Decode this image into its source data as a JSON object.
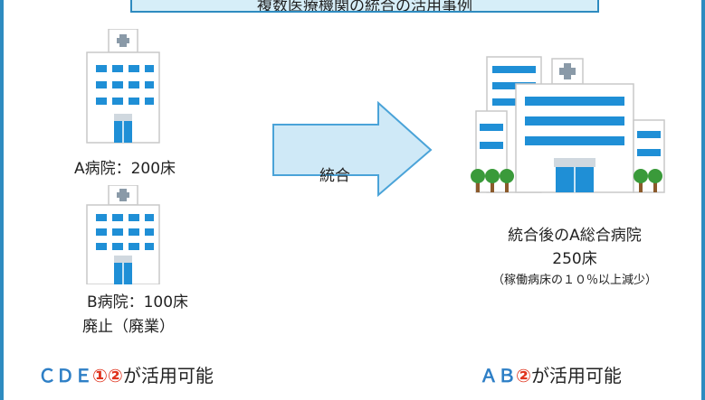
{
  "title": "複数医療機関の統合の活用事例",
  "hospital_a": {
    "name": "A病院：200床"
  },
  "hospital_b": {
    "name": "B病院：100床",
    "status": "廃止（廃業）"
  },
  "arrow_label": "統合",
  "merged": {
    "name": "統合後のA総合病院",
    "beds": "250床",
    "note": "（稼働病床の１０％以上減少）"
  },
  "usage_left": {
    "letters": "ＣＤＥ",
    "marks": "①②",
    "suffix": "が活用可能"
  },
  "usage_right": {
    "letters": "ＡＢ",
    "marks": "②",
    "suffix": "が活用可能"
  },
  "colors": {
    "frame": "#2e8bc0",
    "title_bg": "#d6eef8",
    "arrow_fill": "#cfe9f7",
    "accent_blue": "#2e7fc6",
    "accent_red": "#e0341e"
  }
}
